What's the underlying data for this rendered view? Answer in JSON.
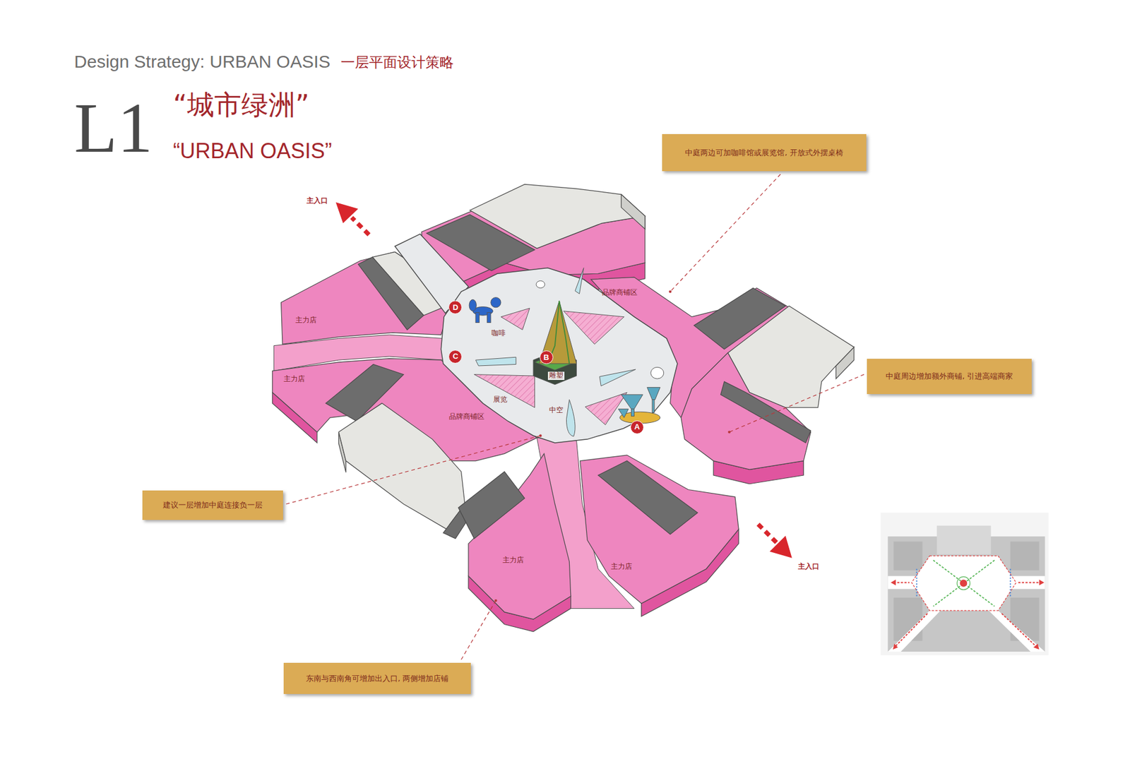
{
  "diagram": {
    "title": "Design Strategy: URBAN OASIS",
    "nodes": [
      {
        "text": [
          "中庭两边可加咖啡馆或展览馆, 开放式外摆桌椅"
        ]
      },
      {
        "text": [
          "D"
        ]
      },
      {
        "text": [
          "C"
        ]
      },
      {
        "text": [
          "B"
        ]
      },
      {
        "text": [
          "A"
        ]
      },
      {
        "text": [
          "中庭周边增加额外商铺, 引进高端商家"
        ]
      },
      {
        "text": [
          "建议一层增加中庭连接负一层"
        ]
      },
      {
        "text": [
          "东南与西南角可增加出入口, 两侧增加店铺"
        ]
      }
    ],
    "labels": [
      "一层平面设计策略",
      "L1",
      "“城市绿洲”",
      "“URBAN OASIS”",
      "主入口",
      "主力店",
      "主力店",
      "品牌商铺区",
      "咖啡",
      "雕塑",
      "展览",
      "中空",
      "品牌商铺区",
      "主力店",
      "主力店",
      "主入口"
    ]
  }
}
